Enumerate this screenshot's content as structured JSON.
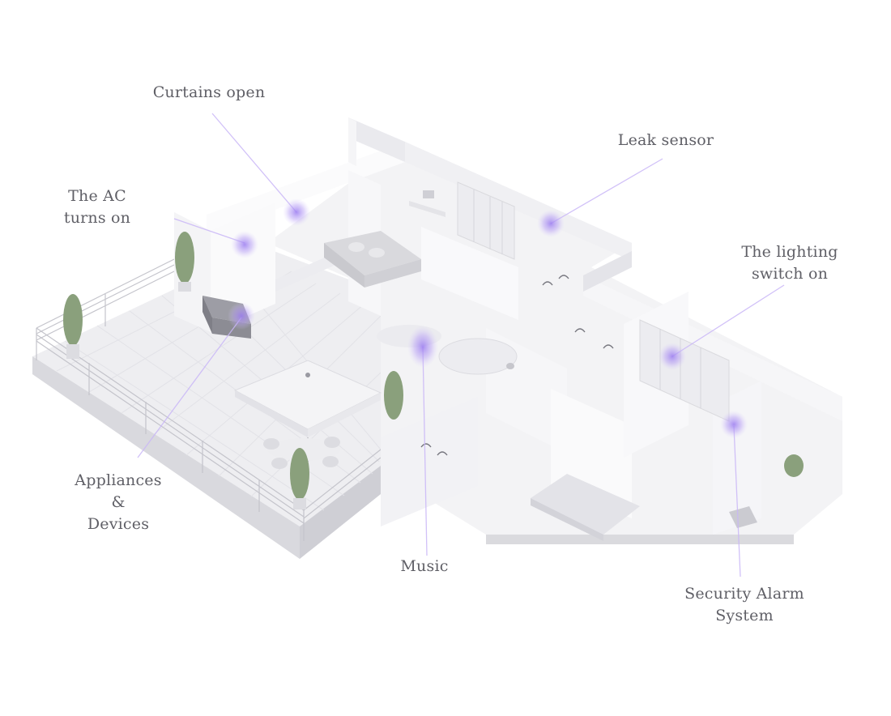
{
  "colors": {
    "hotspot": "#a98bf0",
    "leader_line": "#c9b6f7",
    "label_text": "#5f5f66",
    "floor": "#f1f1f3",
    "wall": "#fbfbfc",
    "wall_shade": "#e6e6ea"
  },
  "callouts": [
    {
      "id": "curtains",
      "label": "Curtains open"
    },
    {
      "id": "ac",
      "label": "The AC\nturns on"
    },
    {
      "id": "leak",
      "label": "Leak sensor"
    },
    {
      "id": "lighting",
      "label": "The lighting\nswitch on"
    },
    {
      "id": "appliances",
      "label": "Appliances\n&\nDevices"
    },
    {
      "id": "music",
      "label": "Music"
    },
    {
      "id": "security",
      "label": "Security Alarm\nSystem"
    }
  ],
  "illustration": {
    "subject": "isometric-apartment-floor-plan",
    "furniture_icons": [
      "sofa-icon",
      "desk-icon",
      "grill-icon",
      "umbrella-table-icon",
      "plant-icon",
      "bed-icon",
      "bathtub-icon",
      "wardrobe-icon",
      "chair-icon"
    ]
  }
}
